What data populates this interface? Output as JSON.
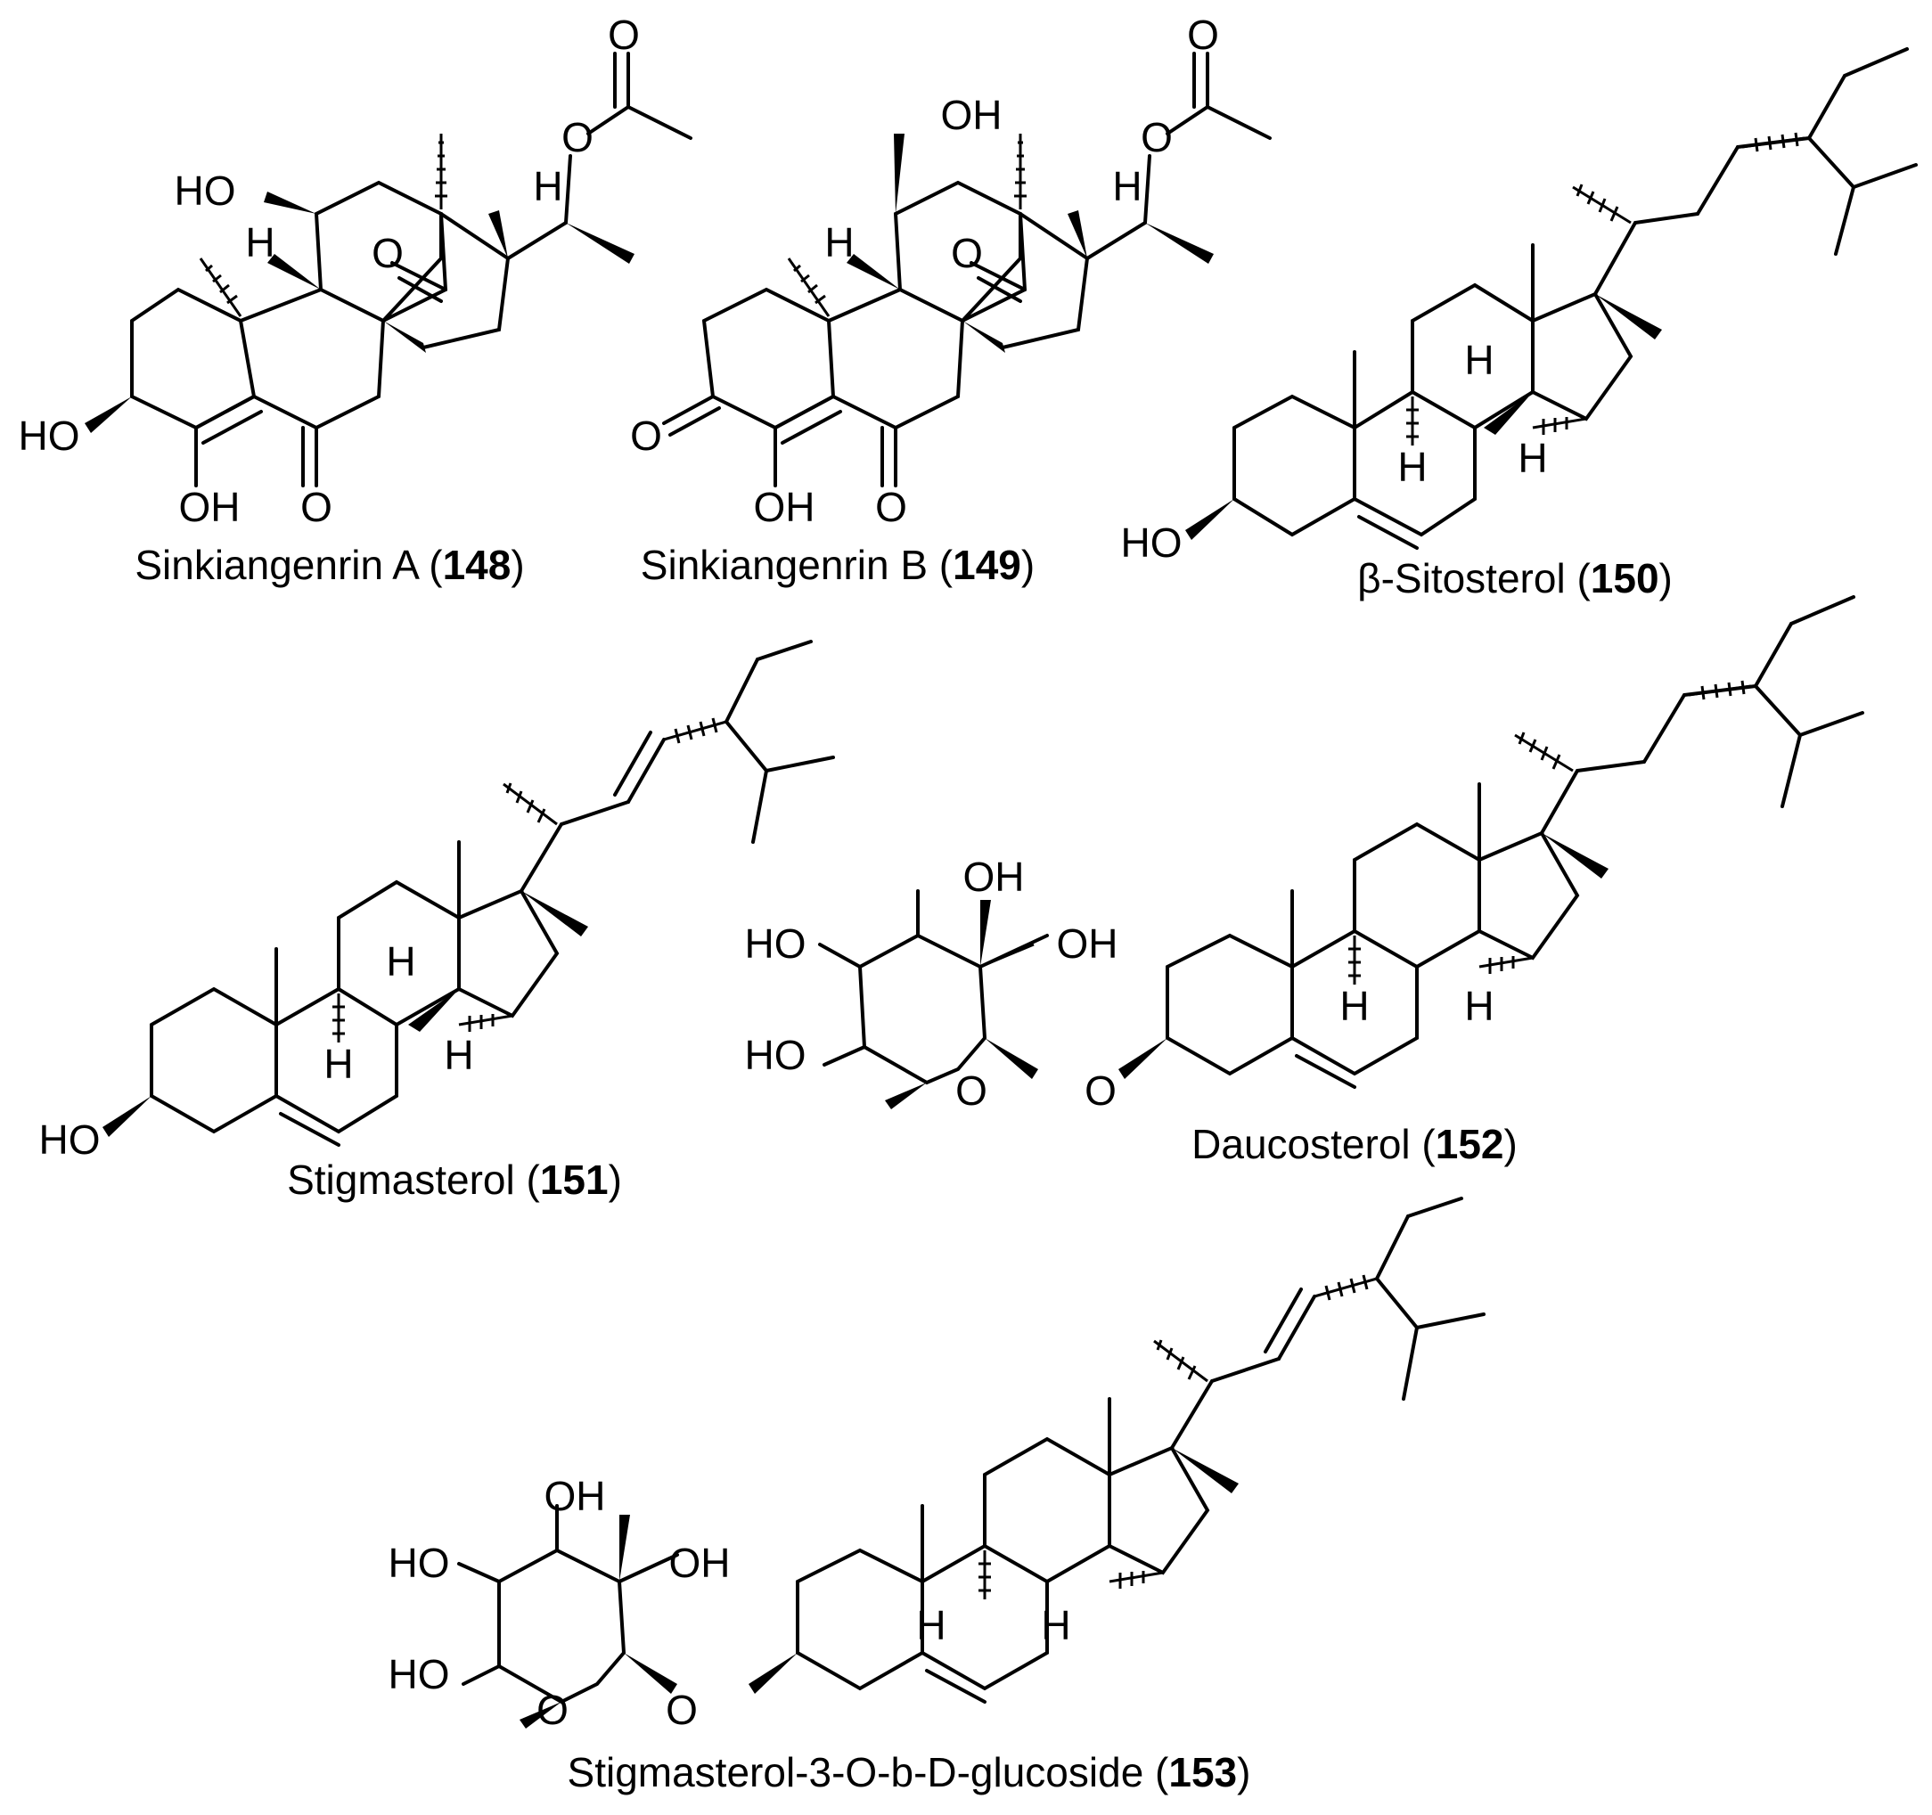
{
  "compounds": [
    {
      "name": "Sinkiangenrin A",
      "number": "148"
    },
    {
      "name": "Sinkiangenrin B",
      "number": "149"
    },
    {
      "name": "β-Sitosterol",
      "number": "150"
    },
    {
      "name": "Stigmasterol",
      "number": "151"
    },
    {
      "name": "Daucosterol",
      "number": "152"
    },
    {
      "name": "Stigmasterol-3-O-b-D-glucoside",
      "number": "153"
    }
  ],
  "atom_labels": {
    "oh": "OH",
    "ho": "HO",
    "o": "O",
    "h": "H"
  },
  "colors": {
    "ink": "#000000",
    "background": "#ffffff"
  }
}
